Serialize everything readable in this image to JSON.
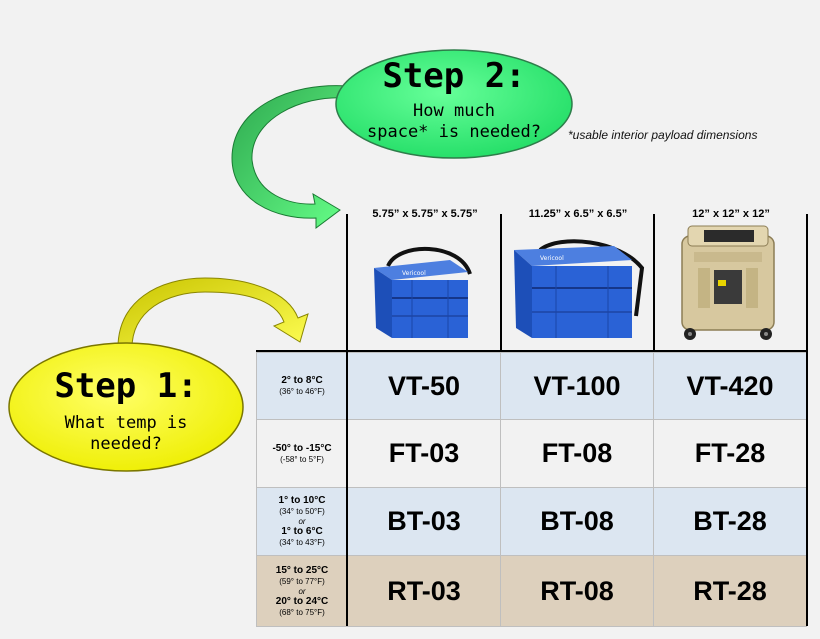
{
  "step2": {
    "title": "Step 2:",
    "question_line1": "How much",
    "question_line2": "space* is needed?"
  },
  "step1": {
    "title": "Step 1:",
    "question_line1": "What temp is",
    "question_line2": "needed?"
  },
  "footnote": "*usable interior payload dimensions",
  "columns": [
    {
      "dimensions": "5.75” x 5.75” x 5.75”",
      "image": "small-blue-cooler-icon"
    },
    {
      "dimensions": "11.25” x 6.5” x 6.5”",
      "image": "large-blue-cooler-icon"
    },
    {
      "dimensions": "12” x 12” x 12”",
      "image": "tan-hard-case-icon"
    }
  ],
  "rows": [
    {
      "temp1": "2° to 8°C",
      "temp1_f": "(36° to 46°F)",
      "or": "",
      "temp2": "",
      "temp2_f": "",
      "models": [
        "VT-50",
        "VT-100",
        "VT-420"
      ]
    },
    {
      "temp1": "-50° to -15°C",
      "temp1_f": "(-58° to 5°F)",
      "or": "",
      "temp2": "",
      "temp2_f": "",
      "models": [
        "FT-03",
        "FT-08",
        "FT-28"
      ]
    },
    {
      "temp1": "1° to 10°C",
      "temp1_f": "(34° to 50°F)",
      "or": "or",
      "temp2": "1° to 6°C",
      "temp2_f": "(34° to 43°F)",
      "models": [
        "BT-03",
        "BT-08",
        "BT-28"
      ]
    },
    {
      "temp1": "15° to 25°C",
      "temp1_f": "(59° to 77°F)",
      "or": "or",
      "temp2": "20° to 24°C",
      "temp2_f": "(68° to 75°F)",
      "models": [
        "RT-03",
        "RT-08",
        "RT-28"
      ]
    }
  ],
  "colors": {
    "step2_bubble": "#33ff77",
    "step1_bubble": "#ffff33",
    "row_blue": "#dce6f1",
    "row_gray": "#f2f2f2",
    "row_tan": "#ddd0bd"
  }
}
